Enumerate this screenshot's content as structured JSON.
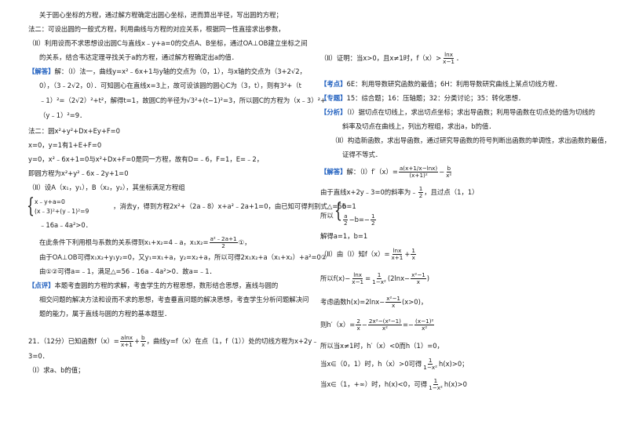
{
  "left": {
    "l1": "关于圆心坐标的方程，通过解方程确定出圆心坐标，进而算出半径，写出圆的方程；",
    "l2": "法二：可设出圆的一般式方程，利用曲线与方程的对应关系，根据同一性直接求出参数，",
    "l3": "（Ⅱ）利用设而不求思想设出圆C与直线x﹣y+a=0的交点A、B坐标，通过OA⊥OB建立坐标之间",
    "l4": "的关系，结合韦达定理寻找关于a的方程，通过解方程确定出a的值．",
    "l5_tag": "【解答】",
    "l5": "解：（Ⅰ）法一，曲线y=x²﹣6x+1与y轴的交点为（0，1），与x轴的交点为（3+2√2，",
    "l6": "0），（3﹣2√2，0）．可知圆心在直线x=3上，故可设该圆的圆心C为（3，t），则有3²+（t",
    "l7a": "﹣1）²=（2√2）²+t²，解得t=1，故圆C的半径为",
    "l7b": "√3²+(t−1)²",
    "l7c": "=3，所以圆C的方程为（x﹣3）²+",
    "l8": "（y﹣1）²=9．",
    "l9": "法二：圆x²+y²+Dx+Ey+F=0",
    "l10": "x=0，y=1有1+E+F=0",
    "l11": "y=0，x²﹣6x+1=0与x²+Dx+F=0是同一方程，故有D=﹣6，F=1，E=﹣2，",
    "l12": "即圆方程为x²+y²﹣6x﹣2y+1=0",
    "l13": "（Ⅱ）设A（x₁，y₁），B（x₂，y₂），其坐标满足方程组",
    "l14a": "x﹣y+a=0",
    "l14b": "(x﹣3)²+(y﹣1)²=9",
    "l14c": "，消去y，得到方程2x²+（2a﹣8）x+a²﹣2a+1=0，由已知可得判别式△=56",
    "l15": "﹣16a﹣4a²>0．",
    "l16a": "在此条件下利用根与系数的关系得到x₁+x₂=4﹣a，x₁x₂=",
    "l16_num": "a²﹣2a+1",
    "l16_den": "2",
    "l16c": "①，",
    "l17": "由于OA⊥OB可得x₁x₂+y₁y₂=0，又y₁=x₁+a，y₂=x₂+a，所以可得2x₁x₂+a（x₁+x₂）+a²=0②",
    "l18": "由①②可得a=﹣1，满足△=56﹣16a﹣4a²>0．故a=﹣1．",
    "l19_tag": "【点评】",
    "l19": "本题考查圆的方程的求解，考查学生的方程思想，数形结合思想，直线与圆的",
    "l20": "相交问题的解决方法和设而不求的思想，考查垂直问题的解决思想，考查学生分析问题解决问",
    "l21": "题的能力，属于直线与圆的方程的基本题型．",
    "l22a": "21．（12分）已知函数f（x）=",
    "l22_num1": "alnx",
    "l22_den1": "x+1",
    "l22_plus": "+",
    "l22_num2": "b",
    "l22_den2": "x",
    "l22c": "，曲线y=f（x）在点（1，f（1））处的切线方程为x+2y﹣",
    "l23": "3=0．",
    "l24": "（Ⅰ）求a、b的值；"
  },
  "right": {
    "r1a": "（Ⅱ）证明：当x>0，且x≠1时，f（x）>",
    "r1_num": "lnx",
    "r1_den": "x−1",
    "r1c": "．",
    "r2_tag": "【考点】",
    "r2": "6E：利用导数研究函数的最值；6H：利用导数研究曲线上某点切线方程．",
    "r3_tag": "【专题】",
    "r3": "15：综合题；16：压轴题；32：分类讨论；35：转化思想．",
    "r4_tag": "【分析】",
    "r4": "（Ⅰ）据切点在切线上，求出切点坐标；求出导函数；利用导函数在切点处的值为切线的",
    "r5": "斜率及切点在曲线上，列出方程组，求出a，b的值．",
    "r6": "（Ⅱ）构造新函数，求出导函数，通过研究导函数的符号判断出函数的单调性，求出函数的最值，",
    "r7": "证得不等式．",
    "r8_tag": "【解答】",
    "r8a": "解：（Ⅰ）f′（x）=",
    "r8_num": "a(x+1/x−lnx)",
    "r8_den": "(x+1)²",
    "r8_minus": "−",
    "r8_num2": "b",
    "r8_den2": "x²",
    "r9": "由于直线x+2y﹣3=0的斜率为﹣",
    "r9_num": "1",
    "r9_den": "2",
    "r9c": "，且过点（1，1）",
    "r10a": "所以",
    "r10_top": "b=1",
    "r10_bot_num": "a",
    "r10_bot_den": "2",
    "r10_bot_rest": "−b=−",
    "r10_bot_num2": "1",
    "r10_bot_den2": "2",
    "r11": "解得a=1，b=1",
    "r12a": "（Ⅱ）由（Ⅰ）知f（x）=",
    "r12_num": "lnx",
    "r12_den": "x+1",
    "r12_plus": "+",
    "r12_num2": "1",
    "r12_den2": "x",
    "r13a": "所以f(x)−",
    "r13_num": "lnx",
    "r13_den": "x−1",
    "r13b": "=",
    "r13_num2": "1",
    "r13_den2": "1−x²",
    "r13c": "(2lnx−",
    "r13_num3": "x²−1",
    "r13_den3": "x",
    "r13d": ")",
    "r14a": "考虑函数h(x)=2lnx−",
    "r14_num": "x²−1",
    "r14_den": "x",
    "r14c": "(x>0)，",
    "r15a": "则h′（x）=",
    "r15_num": "2",
    "r15_den": "x",
    "r15b": "−",
    "r15_num2": "2x²−(x²−1)",
    "r15_den2": "x²",
    "r15c": "=−",
    "r15_num3": "(x−1)²",
    "r15_den3": "x²",
    "r16": "所以当x≠1时，h′（x）<0而h（1）=0，",
    "r17a": "当x∈（0，1）时，h（x）>0可得",
    "r17_num": "1",
    "r17_den": "1−x²",
    "r17c": "h(x)>0；",
    "r18a": "当x∈（1，+∞）时，h(x)<0，可得",
    "r18_num": "1",
    "r18_den": "1−x²",
    "r18c": "h(x)>0"
  }
}
